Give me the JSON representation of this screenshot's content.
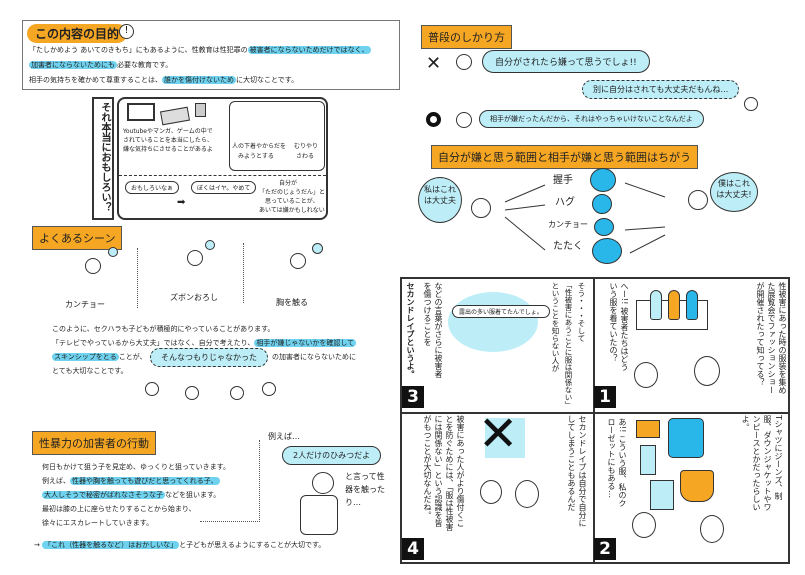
{
  "purpose": {
    "title": "この内容の目的",
    "icon": "exclamation-bubble-icon",
    "line1_a": "「たしかめよう あいてのきもち」にもあるように、性教育は性犯罪の",
    "line1_hl": "被害者にならないためだけではなく、",
    "line2_hl": "加害者にならないためにも",
    "line2_b": "必要な教育です。",
    "line3_a": "相手の気持ちを確かめて尊重することは、",
    "line3_hl": "誰かを傷付けないため",
    "line3_b": "に大切なことです。"
  },
  "inset": {
    "side_title": "それ本当におもしろい？",
    "text1": "Youtubeやマンガ、ゲームの中で",
    "text2": "されていることを本当にしたら、",
    "text3": "嫌な気持ちにさせることがあるよ",
    "scene1": "人の下着やからだを",
    "scene1b": "みようとする",
    "scene2": "むりやり",
    "scene2b": "さわる",
    "bubble1": "おもしろいなぁ",
    "bubble2": "ぼくはイヤ。やめて",
    "note1": "自分が",
    "note2": "「ただのじょうだん」と",
    "note3": "思っていることが、",
    "note4": "あいては嫌かもしれない"
  },
  "scenes": {
    "title": "よくあるシーン",
    "items": [
      "カンチョー",
      "ズボンおろし",
      "胸を触る"
    ],
    "para1": "このように、セクハラも子どもが積極的にやっていることがあります。",
    "para2_a": "「テレビでやっているから大丈夫」ではなく、自分で考えたり、",
    "para2_hl": "相手が嫌じゃないかを確認して",
    "para3_hl": "スキンシップをとる",
    "para3_b": "ことが、",
    "thought": "そんなつもりじゃなかった",
    "para3_c": "の加害者にならないために",
    "para4": "とても大切なことです。"
  },
  "offender": {
    "title": "性暴力の加害者の行動",
    "l1": "何日もかけて狙う子を見定め、ゆっくりと狙っていきます。",
    "l2_a": "例えば、",
    "l2_hl": "性器や胸を触っても遊びだと思ってくれる子、",
    "l3_hl": "大人しそうで秘密がばれなさそうな子",
    "l3_b": "などを狙います。",
    "l4": "最初は膝の上に座らせたりすることから始まり、",
    "l5": "徐々にエスカレートしていきます。",
    "l6_hl": "「これ（性器を触るなど）はおかしいな」",
    "l6_b": "と子どもが思えるようにすることが大切です。",
    "example": "例えば…",
    "bubble": "2人だけのひみつだよ",
    "side": "と言って性器を触ったり…"
  },
  "scolding": {
    "title": "普段のしかり方",
    "wrong_mark": "✕",
    "right_mark": "O",
    "wrong_bubble": "自分がされたら嫌って思うでしょ!!",
    "child_thought": "別に自分はされても大丈夫だもんね…",
    "right_bubble": "相手が嫌だったんだから、それはやっちゃいけないことなんだよ"
  },
  "range": {
    "title": "自分が嫌と思う範囲と相手が嫌と思う範囲はちがう",
    "left_bubble": "私はこれは大丈夫",
    "right_bubble": "僕はこれは大丈夫!",
    "items": [
      "握手",
      "ハグ",
      "カンチョー",
      "たたく"
    ]
  },
  "comic": {
    "accent": "#29b6e8",
    "panels": [
      {
        "num": "3",
        "texts": [
          "セカンドレイプというよ。",
          "などの言葉がさらに被害者を傷つけることを",
          "そう・・・そして",
          "「性被害にあうことに服は関係ない」",
          "ということを知らない人が"
        ],
        "bubble": "露出の多い服着てたんでしょ。"
      },
      {
        "num": "1",
        "texts": [
          "性被害にあった時の服装を集めた展覧会でファッションショーが開催されたって知ってる？",
          "へー!! 被害者たちはどういう服を着ていたの？"
        ]
      },
      {
        "num": "4",
        "texts": [
          "被害にあった人がより傷付くことを防ぐためには、「服は性被害には関係ない」という認識を皆がもつことが大切なんだね。",
          "セカンドレイプは自分で自分にしてしまうこともあるんだ"
        ]
      },
      {
        "num": "2",
        "texts": [
          "Tシャツにジーンズ、制服、ダウンジャケットやワンピースとかだったらしいよ。",
          "あ!! こういう服、私のクローゼットにもある…"
        ]
      }
    ]
  }
}
